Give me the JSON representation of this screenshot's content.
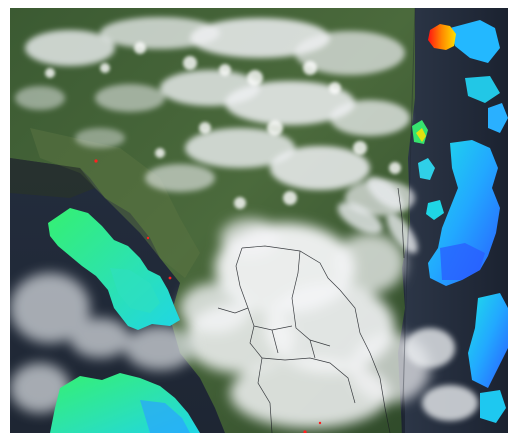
{
  "map": {
    "labels": [
      {
        "id": "city-1",
        "text": ""
      },
      {
        "id": "city-2",
        "text": ""
      },
      {
        "id": "city-3",
        "text": ""
      }
    ],
    "colors": {
      "land_forest": "#3f5a33",
      "ocean": "#2b3342",
      "cloud": "#f2f3f5",
      "border": "#1c1f24",
      "overlay_green": "#2fe07a",
      "overlay_cyan": "#1fd6e6",
      "overlay_blue": "#2a73ff",
      "hotspot_red": "#ff1a1a",
      "hotspot_yellow": "#ffd200"
    }
  }
}
